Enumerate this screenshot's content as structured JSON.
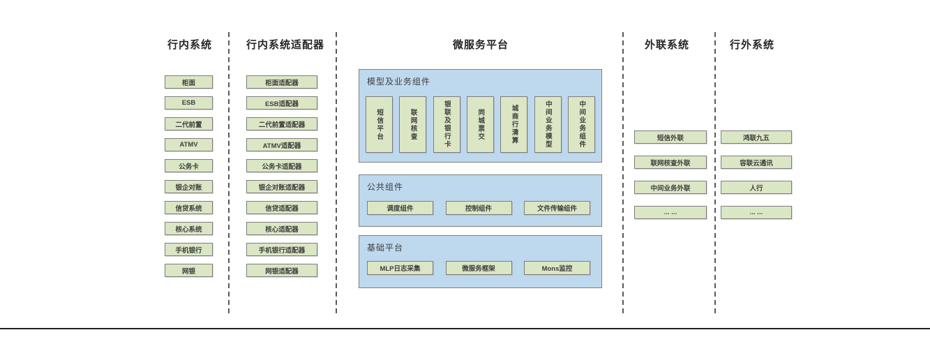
{
  "colors": {
    "green_fill": "#dbe6c4",
    "box_border": "#7d7d7d",
    "blue_fill": "#bed8ee",
    "text": "#3f3f3f",
    "divider": "#595959",
    "bottom_rule": "#1f1f1f"
  },
  "columns": [
    {
      "id": "internal-systems",
      "header": "行内系统",
      "items": [
        "柜面",
        "ESB",
        "二代前置",
        "ATMV",
        "公务卡",
        "银企对账",
        "信贷系统",
        "核心系统",
        "手机银行",
        "网银"
      ]
    },
    {
      "id": "internal-system-adapters",
      "header": "行内系统适配器",
      "items": [
        "柜面适配器",
        "ESB适配器",
        "二代前置适配器",
        "ATMV适配器",
        "公务卡适配器",
        "银企对账适配器",
        "信贷适配器",
        "核心适配器",
        "手机银行适配器",
        "网银适配器"
      ]
    },
    {
      "id": "microservice-platform",
      "header": "微服务平台",
      "groups": [
        {
          "title": "模型及业务组件",
          "orientation": "vertical",
          "items": [
            "短信平台",
            "联网核查",
            "银联及银行卡",
            "同城票交",
            "城商行清算",
            "中间业务模型",
            "中间业务组件"
          ]
        },
        {
          "title": "公共组件",
          "orientation": "horizontal",
          "items": [
            "调度组件",
            "控制组件",
            "文件传输组件"
          ]
        },
        {
          "title": "基础平台",
          "orientation": "horizontal",
          "items": [
            "MLP日志采集",
            "微服务框架",
            "Mons监控"
          ]
        }
      ]
    },
    {
      "id": "external-link-systems",
      "header": "外联系统",
      "items": [
        "短信外联",
        "联网核查外联",
        "中间业务外联",
        "... ..."
      ]
    },
    {
      "id": "external-systems",
      "header": "行外系统",
      "items": [
        "鸿联九五",
        "容联云通讯",
        "人行",
        "... ..."
      ]
    }
  ]
}
